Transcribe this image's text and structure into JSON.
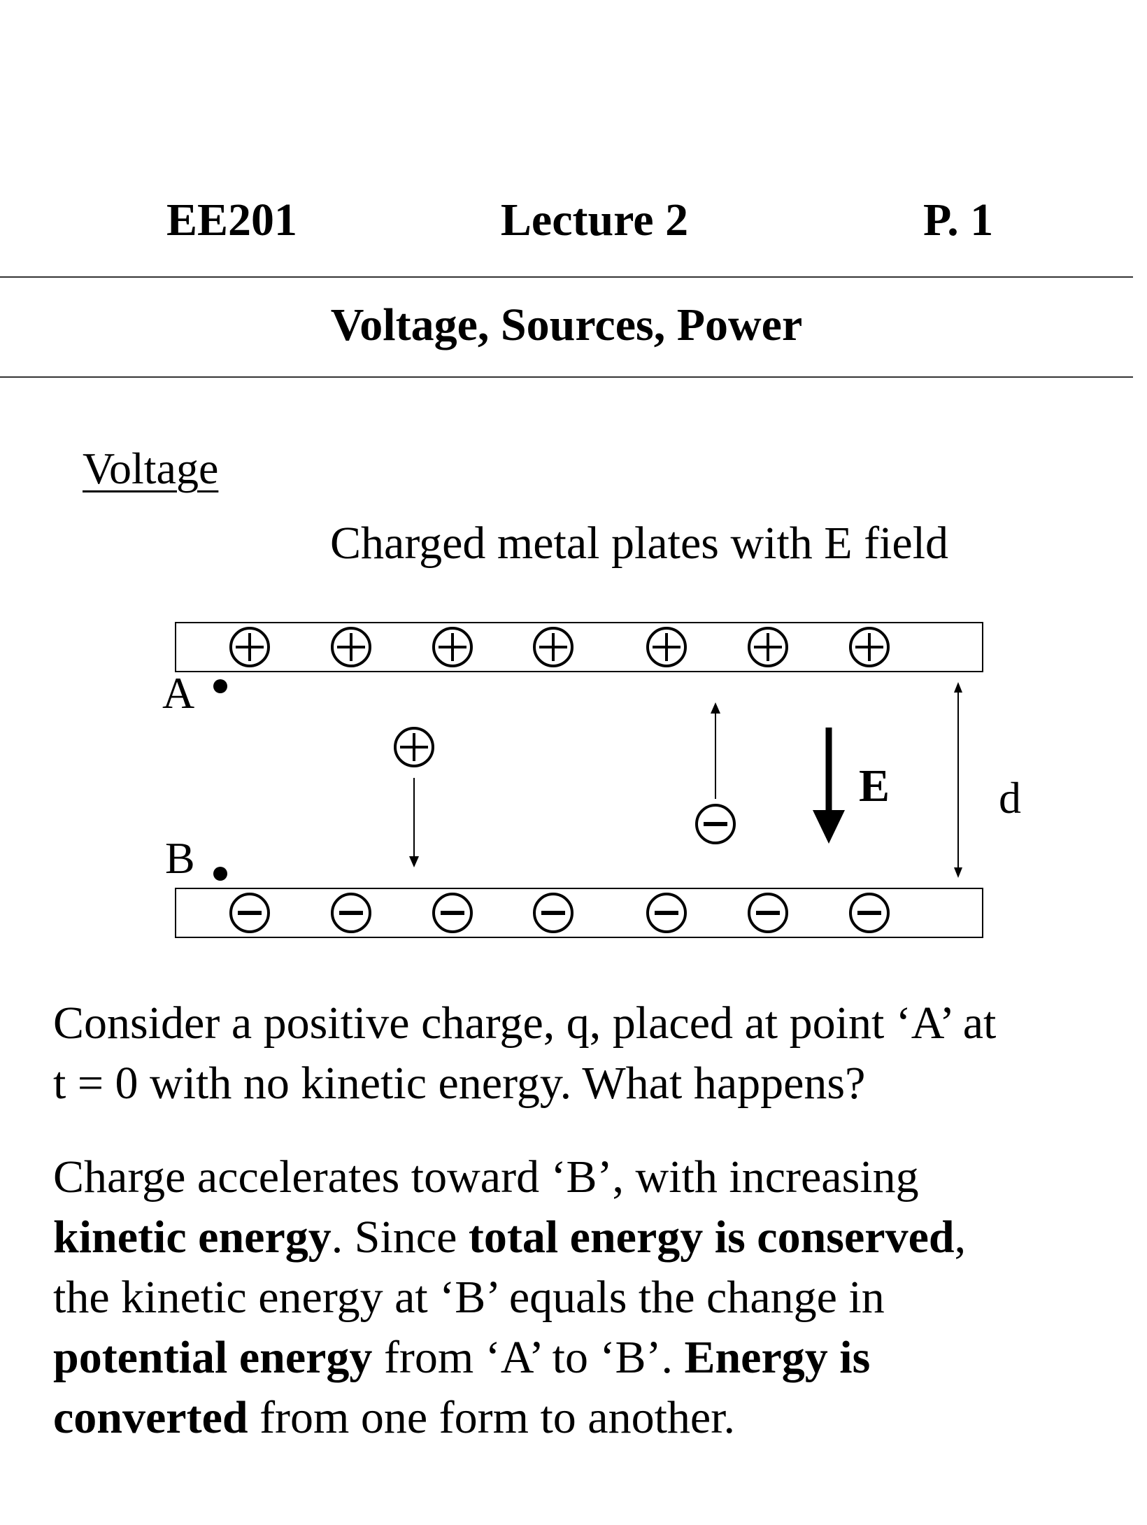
{
  "header": {
    "course": "EE201",
    "lecture": "Lecture 2",
    "page": "P. 1"
  },
  "subtitle": "Voltage, Sources, Power",
  "section_title": "Voltage",
  "figure": {
    "caption": "Charged metal plates with E field",
    "point_a_label": "A",
    "point_b_label": "B",
    "field_label": "E",
    "distance_label": "d",
    "positive_charge_count": 7,
    "negative_charge_count": 7
  },
  "paragraph1": {
    "line1": "Consider a positive charge, q, placed at point ‘A’ at",
    "line2": "t = 0 with no kinetic energy.  What happens?"
  },
  "paragraph2": {
    "l1": "Charge accelerates toward ‘B’, with increasing",
    "l2_b1": "kinetic energy",
    "l2_t1": ".  Since ",
    "l2_b2": "total energy is conserved",
    "l2_t2": ",",
    "l3": "the kinetic energy at ‘B’ equals the change in",
    "l4_b1": "potential energy",
    "l4_t1": " from ‘A’ to ‘B’.  ",
    "l4_b2": "Energy is",
    "l5_b1": "converted",
    "l5_t1": " from one form to another."
  }
}
